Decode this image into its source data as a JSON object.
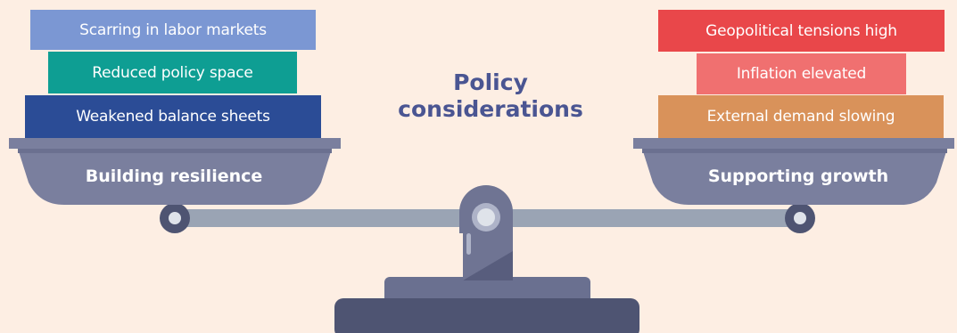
{
  "title": {
    "line1": "Policy",
    "line2": "considerations"
  },
  "left_pan": {
    "label": "Building resilience",
    "stack": [
      {
        "label": "Scarring in labor markets",
        "color": "#7b97d3"
      },
      {
        "label": "Reduced policy space",
        "color": "#0e9e93"
      },
      {
        "label": "Weakened balance sheets",
        "color": "#2b4c96"
      }
    ]
  },
  "right_pan": {
    "label": "Supporting growth",
    "stack": [
      {
        "label": "Geopolitical tensions high",
        "color": "#e9474a"
      },
      {
        "label": "Inflation elevated",
        "color": "#f07070"
      },
      {
        "label": "External demand slowing",
        "color": "#d9925a"
      }
    ]
  },
  "colors": {
    "background": "#fdeee3",
    "pan": "#7a7f9e",
    "pan_rim": "#6b7090",
    "beam": "#9aa4b4",
    "pillar": "#6f7493",
    "base": "#4e5472",
    "base_top": "#6a7090"
  }
}
